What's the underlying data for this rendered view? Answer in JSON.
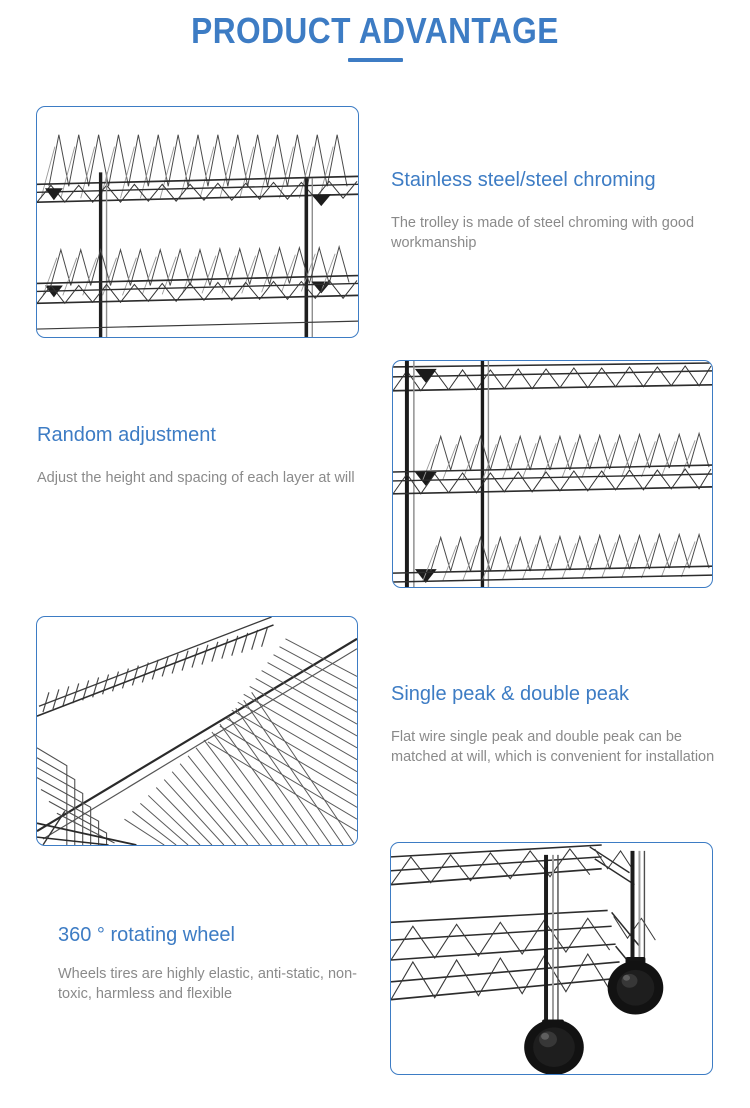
{
  "header": {
    "title": "PRODUCT ADVANTAGE",
    "accent_color": "#3d7cc4"
  },
  "colors": {
    "heading_blue": "#3d7cc4",
    "body_gray": "#8a8a8a",
    "panel_border": "#3d7cc4",
    "background": "#ffffff"
  },
  "features": [
    {
      "heading": "Stainless steel/steel chroming",
      "body": "The trolley is made of steel chroming with good workmanship",
      "image_alt": "two-tier chrome wire shelf with triangular peak dish dividers",
      "image_position": "left"
    },
    {
      "heading": "Random adjustment",
      "body": "Adjust the height and spacing of each layer at will",
      "image_alt": "three-tier chrome wire rack showing adjustable shelf spacing",
      "image_position": "right"
    },
    {
      "heading": "Single peak & double peak",
      "body": "Flat wire single peak and double peak can be matched at will, which is convenient for installation",
      "image_alt": "close-up angled view of flat wire single and double peak dividers",
      "image_position": "left"
    },
    {
      "heading": "360 ° rotating wheel",
      "body": "Wheels tires are highly elastic, anti-static, non-toxic, harmless and flexible",
      "image_alt": "bottom of chrome wire trolley with black rotating caster wheels",
      "image_position": "right"
    }
  ]
}
